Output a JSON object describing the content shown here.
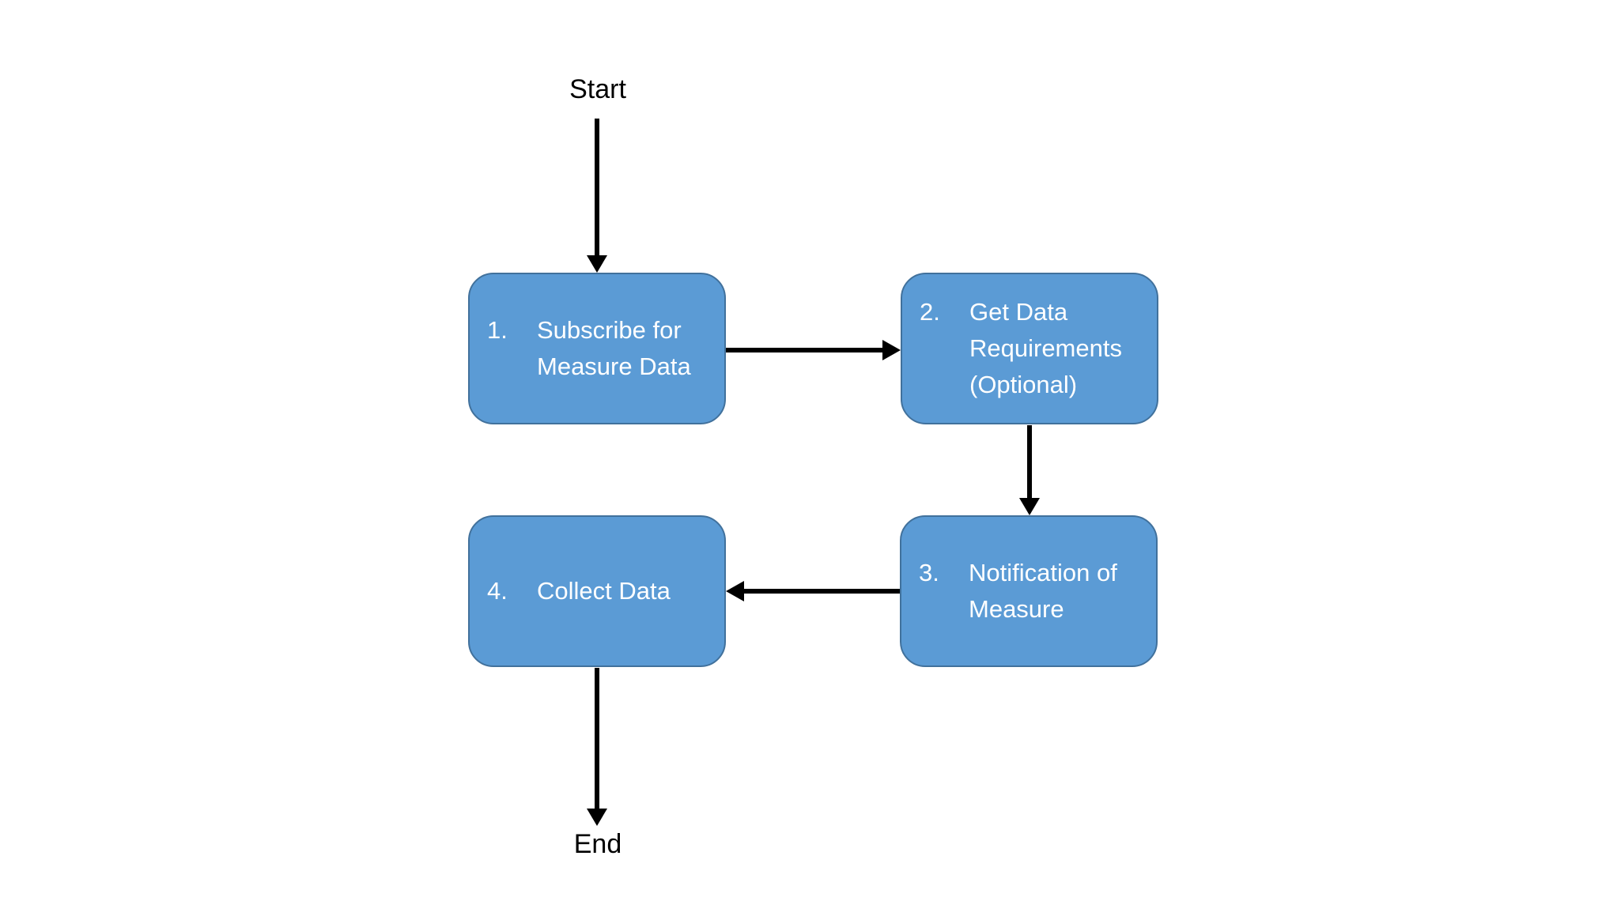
{
  "diagram": {
    "start_label": "Start",
    "end_label": "End",
    "nodes": [
      {
        "number": "1.",
        "label": "Subscribe for Measure Data"
      },
      {
        "number": "2.",
        "label": "Get Data Requirements (Optional)"
      },
      {
        "number": "3.",
        "label": "Notification of Measure"
      },
      {
        "number": "4.",
        "label": "Collect Data"
      }
    ],
    "flow": [
      "Start -> 1. Subscribe for Measure Data",
      "1. Subscribe for Measure Data -> 2. Get Data Requirements (Optional)",
      "2. Get Data Requirements (Optional) -> 3. Notification of Measure",
      "3. Notification of Measure -> 4. Collect Data",
      "4. Collect Data -> End"
    ],
    "colors": {
      "node_fill": "#5b9bd5",
      "node_border": "#41719c",
      "node_text": "#ffffff",
      "arrow": "#000000",
      "label_text": "#000000"
    }
  }
}
